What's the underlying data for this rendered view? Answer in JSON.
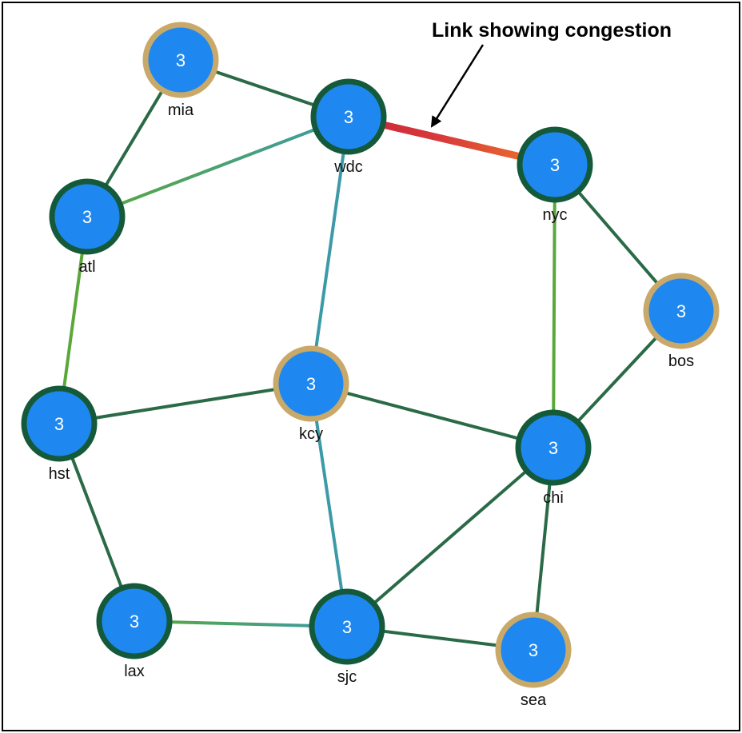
{
  "annotation": {
    "text": "Link showing congestion"
  },
  "colors": {
    "node_fill": "#1e88f0",
    "ring_core": "#145a3a",
    "ring_edge": "#c8a96a",
    "link_normal": "#2a6a46",
    "link_green": "#5aa83a",
    "link_teal": "#3c9aa8",
    "link_congested_a": "#cc2a3a",
    "link_congested_b": "#f07a28"
  },
  "nodes": [
    {
      "id": "mia",
      "label": "mia",
      "count": "3",
      "ring": "edge"
    },
    {
      "id": "wdc",
      "label": "wdc",
      "count": "3",
      "ring": "core"
    },
    {
      "id": "nyc",
      "label": "nyc",
      "count": "3",
      "ring": "core"
    },
    {
      "id": "atl",
      "label": "atl",
      "count": "3",
      "ring": "core"
    },
    {
      "id": "bos",
      "label": "bos",
      "count": "3",
      "ring": "edge"
    },
    {
      "id": "kcy",
      "label": "kcy",
      "count": "3",
      "ring": "edge"
    },
    {
      "id": "hst",
      "label": "hst",
      "count": "3",
      "ring": "core"
    },
    {
      "id": "chi",
      "label": "chi",
      "count": "3",
      "ring": "core"
    },
    {
      "id": "lax",
      "label": "lax",
      "count": "3",
      "ring": "core"
    },
    {
      "id": "sjc",
      "label": "sjc",
      "count": "3",
      "ring": "core"
    },
    {
      "id": "sea",
      "label": "sea",
      "count": "3",
      "ring": "edge"
    }
  ],
  "links": [
    {
      "source": "mia",
      "target": "wdc",
      "style": "normal"
    },
    {
      "source": "mia",
      "target": "atl",
      "style": "normal"
    },
    {
      "source": "atl",
      "target": "wdc",
      "style": "green-teal"
    },
    {
      "source": "wdc",
      "target": "nyc",
      "style": "congested"
    },
    {
      "source": "wdc",
      "target": "kcy",
      "style": "teal"
    },
    {
      "source": "nyc",
      "target": "bos",
      "style": "normal"
    },
    {
      "source": "nyc",
      "target": "chi",
      "style": "green"
    },
    {
      "source": "bos",
      "target": "chi",
      "style": "normal"
    },
    {
      "source": "atl",
      "target": "hst",
      "style": "green"
    },
    {
      "source": "hst",
      "target": "kcy",
      "style": "normal"
    },
    {
      "source": "kcy",
      "target": "chi",
      "style": "normal"
    },
    {
      "source": "kcy",
      "target": "sjc",
      "style": "teal"
    },
    {
      "source": "hst",
      "target": "lax",
      "style": "normal"
    },
    {
      "source": "chi",
      "target": "sjc",
      "style": "normal"
    },
    {
      "source": "chi",
      "target": "sea",
      "style": "normal"
    },
    {
      "source": "lax",
      "target": "sjc",
      "style": "green-teal"
    },
    {
      "source": "sjc",
      "target": "sea",
      "style": "normal"
    }
  ]
}
